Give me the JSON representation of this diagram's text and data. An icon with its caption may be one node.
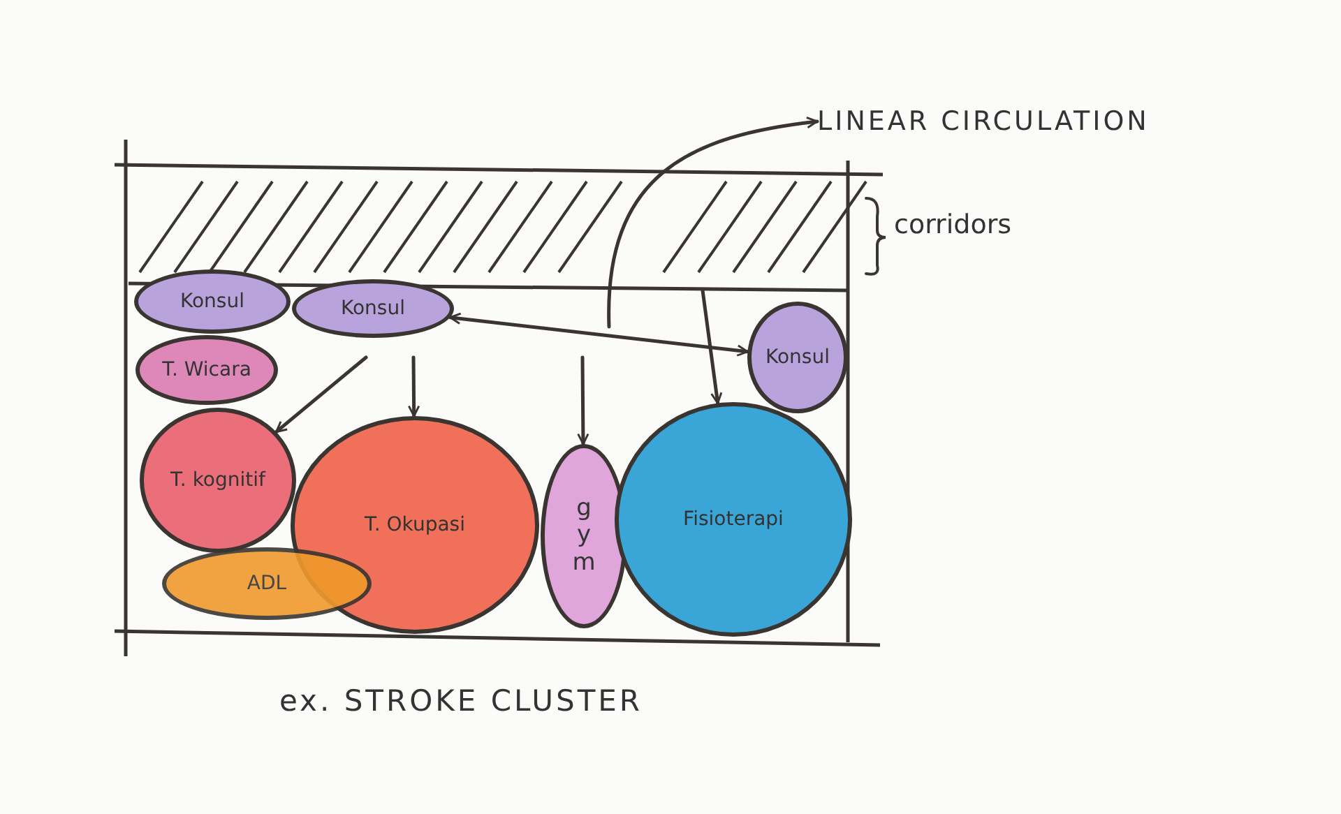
{
  "diagram": {
    "caption": "ex. STROKE CLUSTER",
    "nodes": [
      {
        "text": [
          "LINEAR CIRCULATION"
        ]
      },
      {
        "text": [
          "Konsul"
        ]
      },
      {
        "text": [
          "Konsul"
        ]
      },
      {
        "text": [
          "Konsul"
        ]
      },
      {
        "text": [
          "T. Wicara"
        ]
      },
      {
        "text": [
          "T. kognitif"
        ]
      },
      {
        "text": [
          "T. Okupasi"
        ]
      },
      {
        "text": [
          "ADL"
        ]
      },
      {
        "text": [
          "gym"
        ]
      },
      {
        "text": [
          "Fisioterapi"
        ]
      }
    ],
    "edges": [
      {
        "from": null,
        "to": 0,
        "arrow": "to"
      },
      {
        "from": 2,
        "to": 3,
        "arrow": "both"
      },
      {
        "from": null,
        "to": 5,
        "arrow": "to"
      },
      {
        "from": null,
        "to": 6,
        "arrow": "to"
      },
      {
        "from": null,
        "to": 8,
        "arrow": "to"
      },
      {
        "from": null,
        "to": 9,
        "arrow": "to"
      }
    ],
    "labels": [
      "corridors"
    ]
  }
}
